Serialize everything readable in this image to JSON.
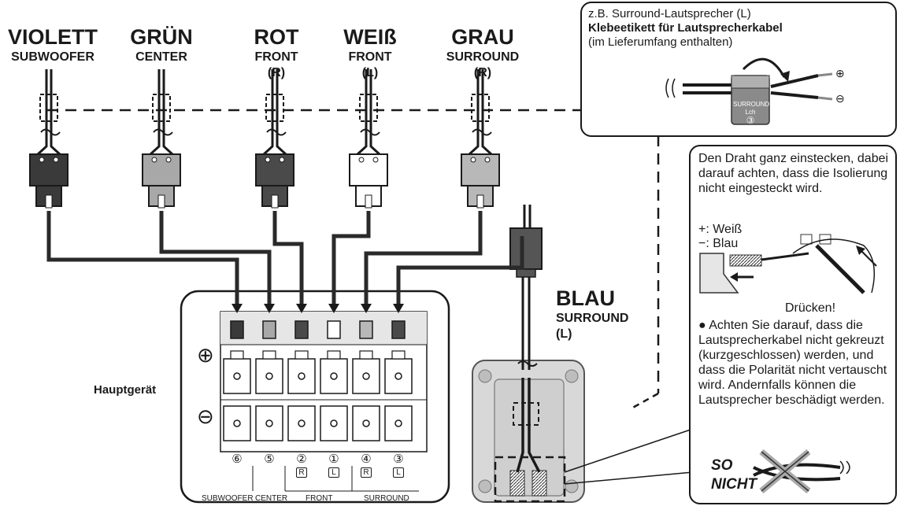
{
  "cables": [
    {
      "color_name": "VIOLETT",
      "line1": "SUBWOOFER",
      "line2": "",
      "fill": "#3a3a3a"
    },
    {
      "color_name": "GRÜN",
      "line1": "CENTER",
      "line2": "",
      "fill": "#a8a8a8"
    },
    {
      "color_name": "ROT",
      "line1": "FRONT",
      "line2": "(R)",
      "fill": "#4a4a4a"
    },
    {
      "color_name": "WEIß",
      "line1": "FRONT",
      "line2": "(L)",
      "fill": "#ffffff"
    },
    {
      "color_name": "GRAU",
      "line1": "SURROUND",
      "line2": "(R)",
      "fill": "#b8b8b8"
    }
  ],
  "blue_cable": {
    "color_name": "BLAU",
    "line1": "SURROUND",
    "line2": "(L)"
  },
  "label_box": {
    "line1": "z.B. Surround-Lautsprecher (L)",
    "line2": "Klebeetikett für Lautsprecherkabel",
    "line3": "(im Lieferumfang enthalten)",
    "sticker_text1": "SURROUND",
    "sticker_text2": "Lch",
    "sticker_num": "③",
    "plus": "⊕",
    "minus": "⊖"
  },
  "main_unit": {
    "label": "Hauptgerät",
    "plus": "⊕",
    "minus": "⊖",
    "numbers": [
      "⑥",
      "⑤",
      "②",
      "①",
      "④",
      "③"
    ],
    "channel_letters": [
      "",
      "",
      "R",
      "L",
      "R",
      "L"
    ],
    "group_labels": {
      "subwoofer": "SUBWOOFER",
      "center": "CENTER",
      "front": "FRONT",
      "surround": "SURROUND"
    },
    "swatches": [
      "#3a3a3a",
      "#a8a8a8",
      "#4a4a4a",
      "#ffffff",
      "#b8b8b8",
      "#4a4a4a"
    ]
  },
  "instructions": {
    "para1": "Den Draht ganz einstecken, dabei darauf achten, dass die Isolierung nicht eingesteckt wird.",
    "plus_line": "+: Weiß",
    "minus_line": "−: Blau",
    "press": "Drücken!",
    "bullet": "● Achten Sie darauf, dass die Lautsprecherkabel nicht gekreuzt (kurzgeschlossen) werden, und dass die Polarität nicht vertauscht wird. Andernfalls können die Lautsprecher beschädigt werden.",
    "so": "SO",
    "nicht": "NICHT"
  }
}
